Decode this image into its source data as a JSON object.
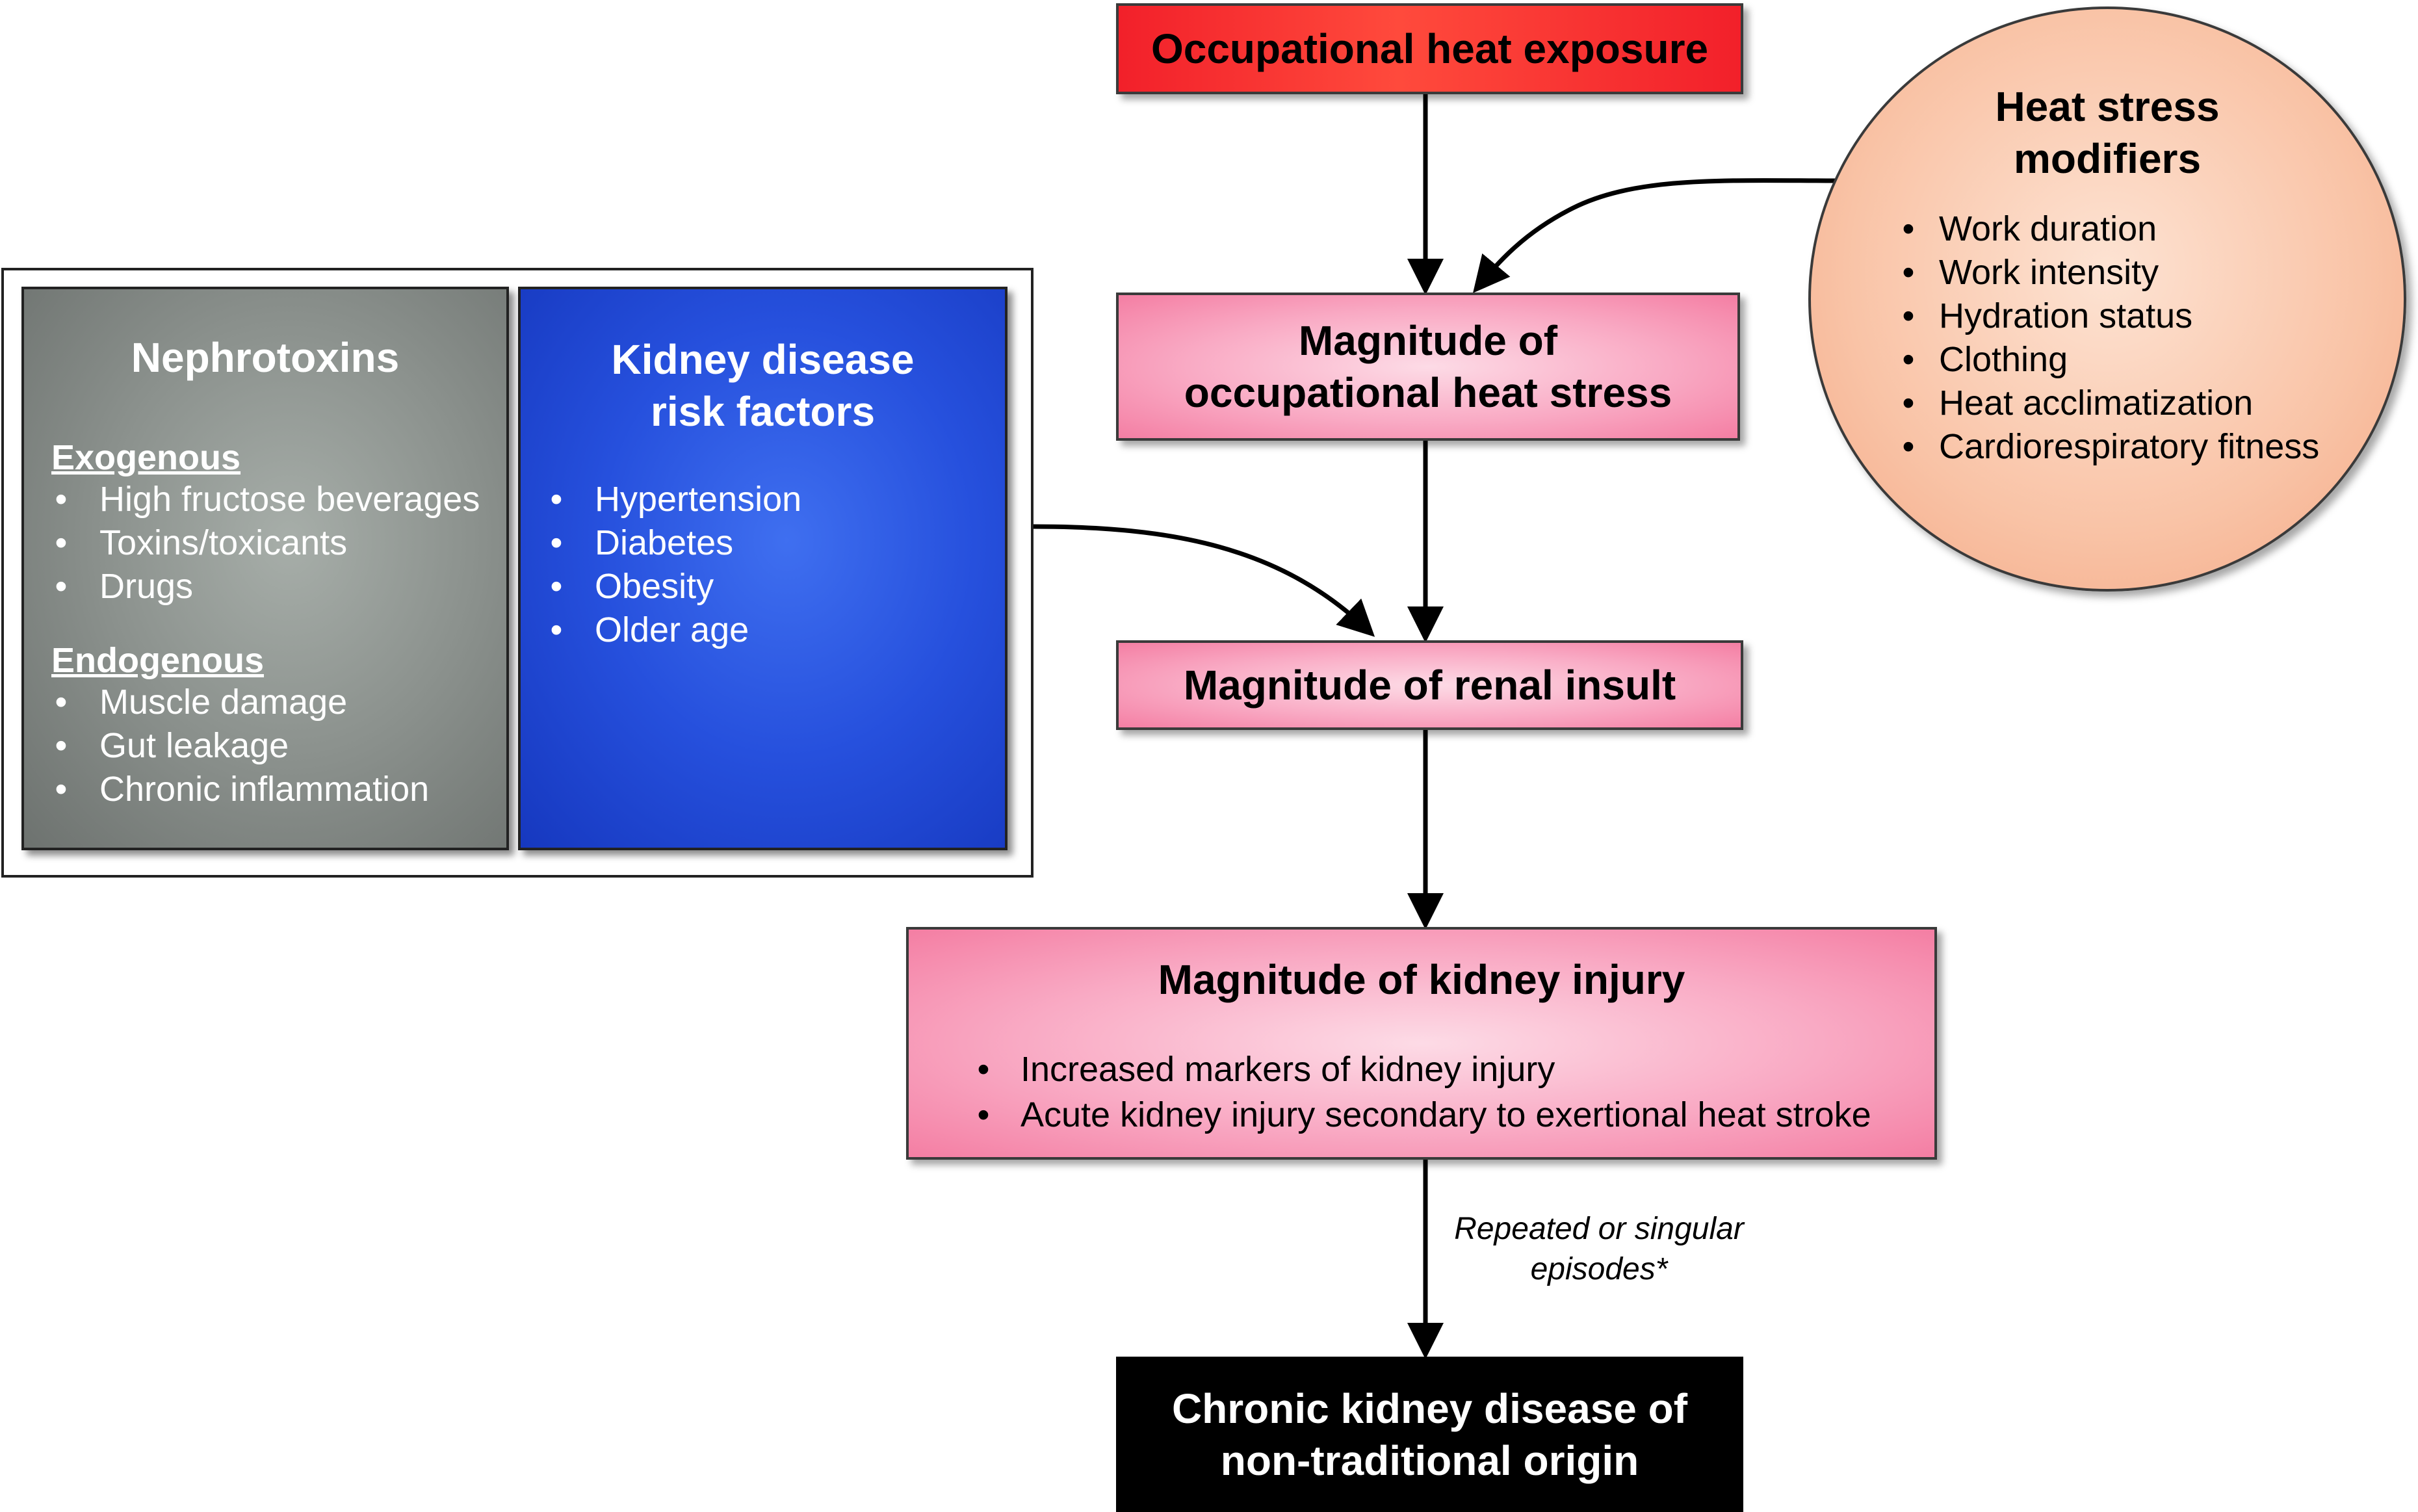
{
  "boxes": {
    "exposure": {
      "label": "Occupational heat exposure"
    },
    "heat_stress": {
      "line1": "Magnitude of",
      "line2": "occupational heat stress"
    },
    "renal_insult": {
      "label": "Magnitude of renal insult"
    },
    "kidney_injury": {
      "title": "Magnitude of kidney injury",
      "items": [
        "Increased markers of kidney injury",
        "Acute kidney injury secondary to exertional heat stroke"
      ]
    },
    "ckd": {
      "line1": "Chronic kidney disease of",
      "line2": "non-traditional origin"
    }
  },
  "modifiers": {
    "title_line1": "Heat stress",
    "title_line2": "modifiers",
    "items": [
      "Work duration",
      "Work intensity",
      "Hydration status",
      "Clothing",
      "Heat acclimatization",
      "Cardiorespiratory fitness"
    ]
  },
  "nephrotoxins": {
    "title": "Nephrotoxins",
    "exogenous_label": "Exogenous",
    "exogenous": [
      "High fructose beverages",
      "Toxins/toxicants",
      "Drugs"
    ],
    "endogenous_label": "Endogenous",
    "endogenous": [
      "Muscle damage",
      "Gut leakage",
      "Chronic inflammation"
    ]
  },
  "kidney_risk": {
    "title_line1": "Kidney disease",
    "title_line2": "risk factors",
    "items": [
      "Hypertension",
      "Diabetes",
      "Obesity",
      "Older age"
    ]
  },
  "episodes_label": {
    "line1": "Repeated or singular",
    "line2": "episodes*"
  },
  "bullet": "•",
  "colors": {
    "exposure": "#f2202a",
    "pink_box": "#f9aac4",
    "ckd": "#000000",
    "nephrotoxins": "#8b918d",
    "kidney_risk": "#2650dd",
    "modifiers": "#f9c3a6"
  }
}
